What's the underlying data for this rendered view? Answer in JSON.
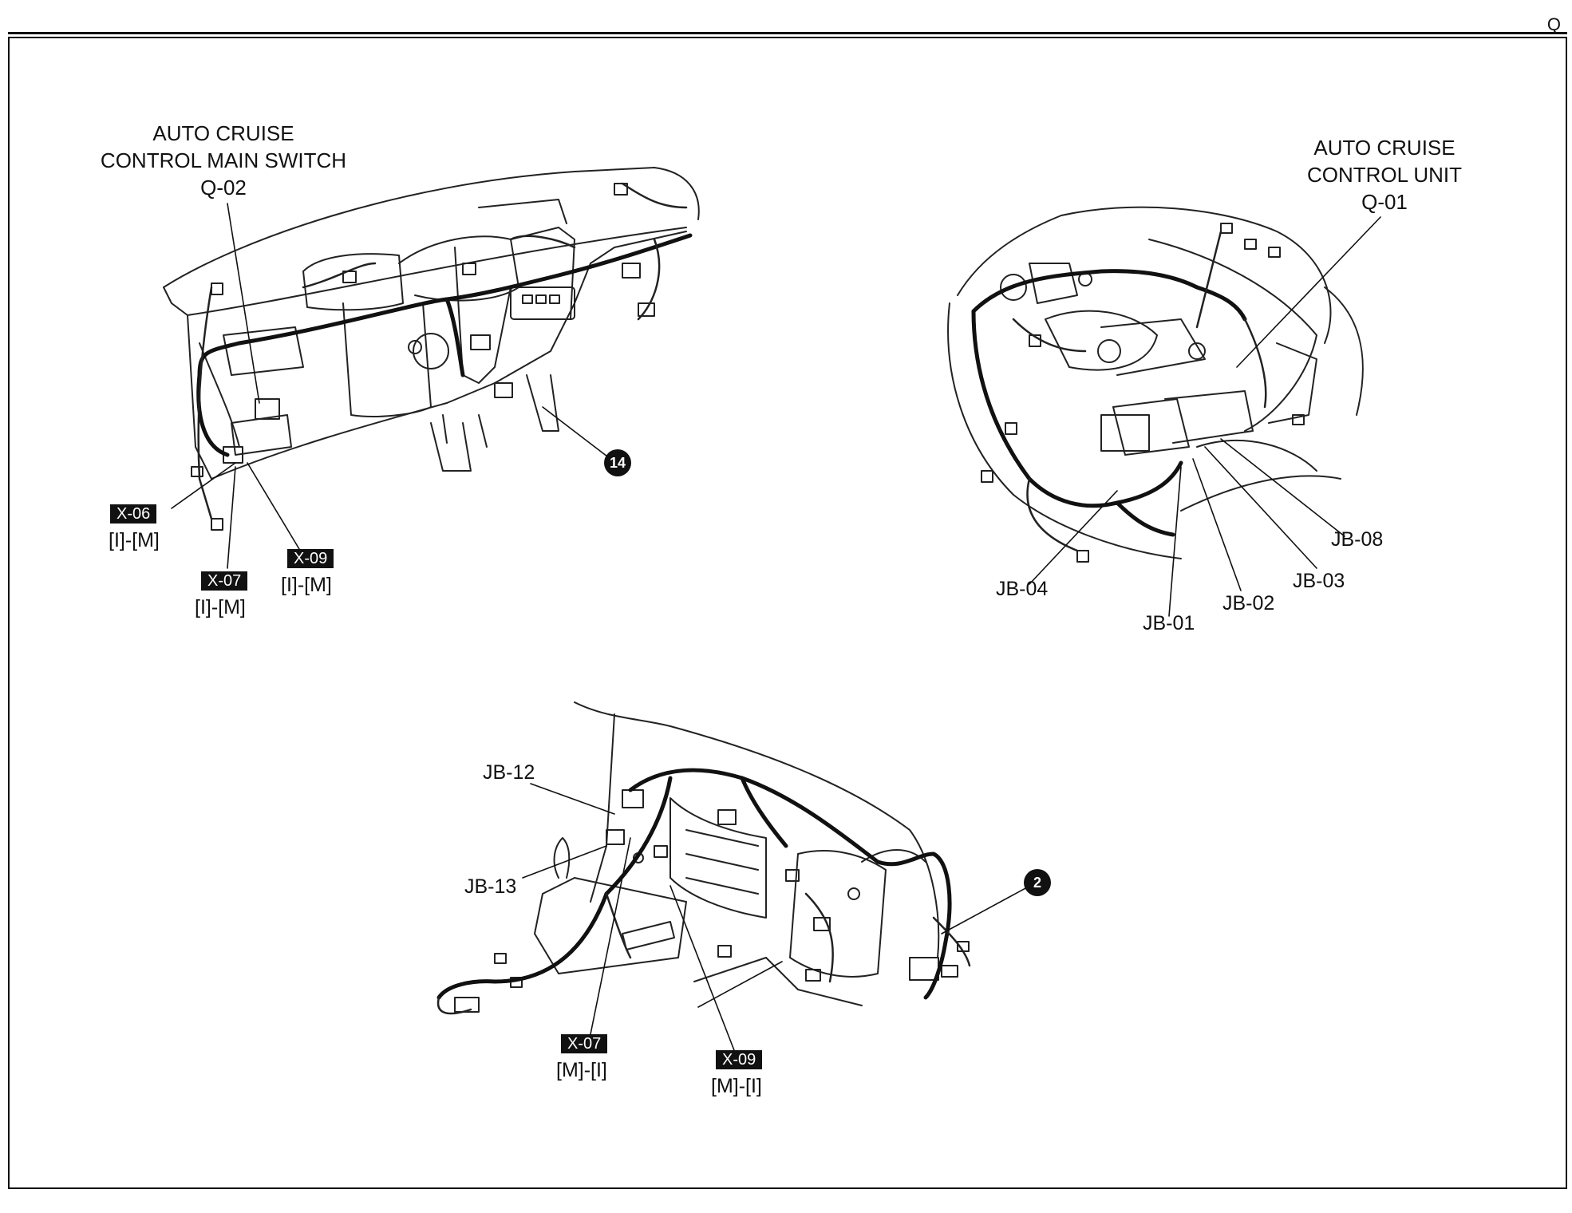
{
  "page": {
    "corner_letter": "Q"
  },
  "diagrams": {
    "dashboard": {
      "title_lines": [
        "AUTO CRUISE",
        "CONTROL MAIN SWITCH",
        "Q-02"
      ],
      "callout": "14",
      "tags": [
        {
          "code": "X-06",
          "pins": "[I]-[M]"
        },
        {
          "code": "X-07",
          "pins": "[I]-[M]"
        },
        {
          "code": "X-09",
          "pins": "[I]-[M]"
        }
      ]
    },
    "engine_bay": {
      "title_lines": [
        "AUTO CRUISE",
        "CONTROL UNIT",
        "Q-01"
      ],
      "labels": [
        "JB-04",
        "JB-01",
        "JB-02",
        "JB-03",
        "JB-08"
      ]
    },
    "floor": {
      "labels": [
        "JB-12",
        "JB-13"
      ],
      "callout": "2",
      "tags": [
        {
          "code": "X-07",
          "pins": "[M]-[I]"
        },
        {
          "code": "X-09",
          "pins": "[M]-[I]"
        }
      ]
    }
  }
}
